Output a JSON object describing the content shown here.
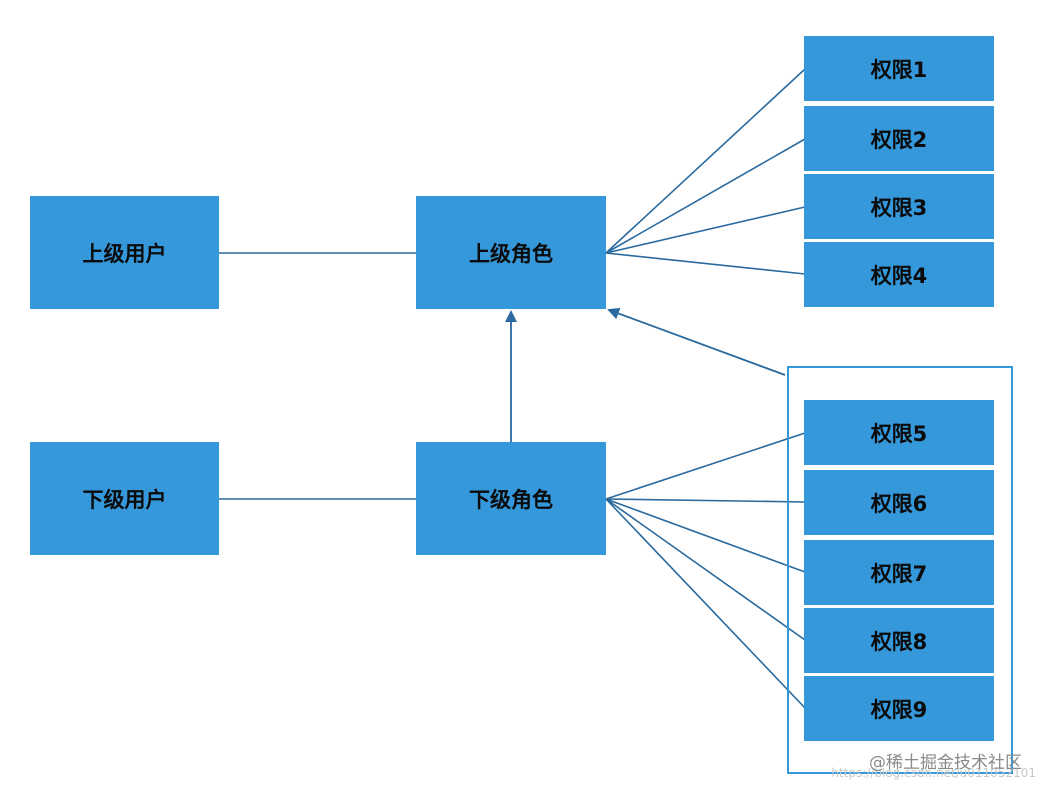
{
  "nodes": {
    "upper_user": "上级用户",
    "upper_role": "上级角色",
    "lower_user": "下级用户",
    "lower_role": "下级角色",
    "permissions": [
      "权限1",
      "权限2",
      "权限3",
      "权限4",
      "权限5",
      "权限6",
      "权限7",
      "权限8",
      "权限9"
    ]
  },
  "watermark": {
    "main": "@稀土掘金技术社区",
    "url": "https://blog.csdn.net/u011052101"
  },
  "colors": {
    "node_fill": "#3498db",
    "edge": "#2a6a9e",
    "group_border": "#3498db"
  }
}
